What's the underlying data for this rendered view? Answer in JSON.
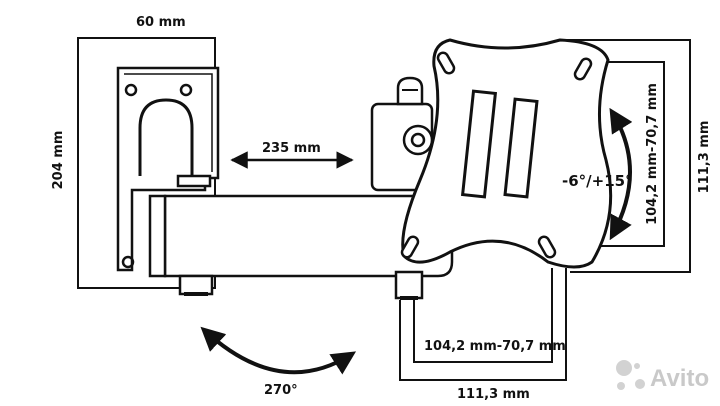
{
  "dimensions": {
    "wall_plate_width": "60 mm",
    "wall_plate_height": "204 mm",
    "arm_extension": "235 mm",
    "vesa_horizontal_range": "104,2 mm-70,7 mm",
    "vesa_vertical_range": "104,2 mm-70,7 mm",
    "mount_plate_width": "111,3 mm",
    "mount_plate_height": "111,3 mm"
  },
  "angles": {
    "tilt": "-6°/+15°",
    "swivel": "270°"
  },
  "watermark": {
    "text": "Avito",
    "icon": "avito-dots-icon"
  },
  "colors": {
    "line": "#111111",
    "watermark": "#c9c9c9"
  }
}
